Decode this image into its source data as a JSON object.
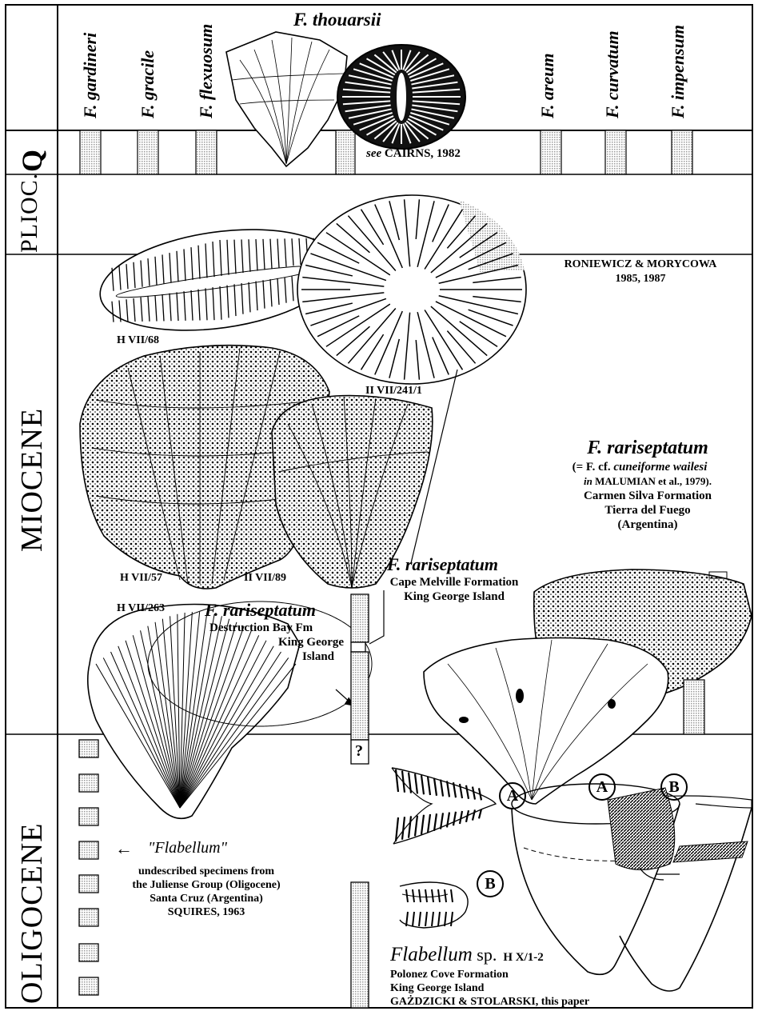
{
  "epochs": {
    "q": "Q",
    "plioc": "PLIOC.",
    "miocene": "MIOCENE",
    "oligocene": "OLIGOCENE"
  },
  "species": {
    "gardineri": "F. gardineri",
    "gracile": "F. gracile",
    "flexuosum": "F. flexuosum",
    "thouarsii": "F. thouarsii",
    "areum": "F. areum",
    "curvatum": "F. curvatum",
    "impensum": "F. impensum"
  },
  "refs": {
    "cairns_see": "see",
    "cairns": "CAIRNS, 1982",
    "roniewicz_1": "RONIEWICZ & MORYCOWA",
    "roniewicz_2": "1985, 1987"
  },
  "specimens": {
    "hvii68": "H VII/68",
    "hvii2411": "II VII/241/1",
    "hvii57": "H VII/57",
    "hvii89": "II VII/89",
    "hvii263": "H VII/263"
  },
  "carmen": {
    "title": "F. rariseptatum",
    "syn_open": "(= F. cf. ",
    "syn_name": "cuneiforme wailesi",
    "syn_in": "in",
    "syn_rest": " MALUMIAN et al., 1979).",
    "l1": "Carmen Silva Formation",
    "l2": "Tierra del Fuego",
    "l3": "(Argentina)"
  },
  "cape": {
    "title": "F. rariseptatum",
    "l1": "Cape Melville Formation",
    "l2": "King George Island"
  },
  "destruction": {
    "title": "F. rariseptatum",
    "l1": "Destruction Bay Fm",
    "l2": "King George",
    "l3": "Island"
  },
  "question": "?",
  "juliense": {
    "arrow": "←",
    "name": "\"Flabellum\"",
    "l1": "undescribed specimens from",
    "l2": "the Juliense Group (Oligocene)",
    "l3": "Santa Cruz (Argentina)",
    "l4": "SQUIRES, 1963"
  },
  "flabellum": {
    "name": "Flabellum",
    "sp": " sp.",
    "code": "H X/1-2",
    "l1": "Polonez Cove Formation",
    "l2": "King George Island",
    "l3": "GAŻDZICKI & STOLARSKI, this paper"
  },
  "markers": {
    "a": "A",
    "b": "B"
  },
  "colors": {
    "ink": "#000000",
    "stipple": "#bdbdbd",
    "paper": "#ffffff"
  }
}
